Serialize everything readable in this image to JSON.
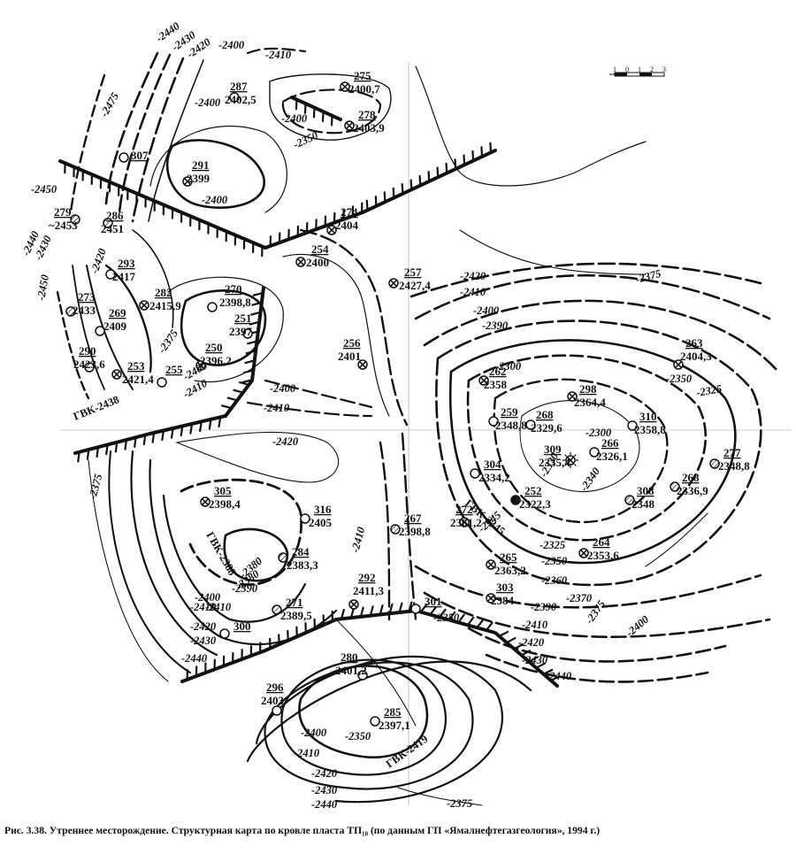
{
  "caption": "Рис. 3.38. Утреннее месторождение. Структурная карта по кровле пласта ТП₁₀ (по данным ГП «Ямалнефтегазгеология», 1994 г.)",
  "scale_bar": {
    "labels": [
      "1",
      "0",
      "1",
      "2",
      "3"
    ]
  },
  "wells": [
    {
      "number": "287",
      "value": "2402,5",
      "symbol": "open"
    },
    {
      "number": "275",
      "value": "2400,7",
      "symbol": "cross"
    },
    {
      "number": "278",
      "value": "2403,9",
      "symbol": "cross"
    },
    {
      "number": "307",
      "value": "",
      "symbol": "open"
    },
    {
      "number": "291",
      "value": "2399",
      "symbol": "cross"
    },
    {
      "number": "279",
      "value": "~2453",
      "symbol": "hatched"
    },
    {
      "number": "286",
      "value": "2451",
      "symbol": "hatched"
    },
    {
      "number": "274",
      "value": "2404",
      "symbol": "cross"
    },
    {
      "number": "254",
      "value": "2400",
      "symbol": "cross"
    },
    {
      "number": "257",
      "value": "2427,4",
      "symbol": "cross"
    },
    {
      "number": "293",
      "value": "2417",
      "symbol": "open"
    },
    {
      "number": "282",
      "value": "2415,9",
      "symbol": "cross"
    },
    {
      "number": "270",
      "value": "2398,8",
      "symbol": "open"
    },
    {
      "number": "273",
      "value": "2433",
      "symbol": "hatched"
    },
    {
      "number": "269",
      "value": "2409",
      "symbol": "open"
    },
    {
      "number": "251",
      "value": "2397",
      "symbol": "open"
    },
    {
      "number": "290",
      "value": "2423,6",
      "symbol": "open"
    },
    {
      "number": "253",
      "value": "2421,4",
      "symbol": "cross"
    },
    {
      "number": "255",
      "value": "",
      "symbol": "open"
    },
    {
      "number": "250",
      "value": "2396,2",
      "symbol": "cross"
    },
    {
      "number": "256",
      "value": "2401",
      "symbol": "cross"
    },
    {
      "number": "263",
      "value": "2404,3",
      "symbol": "cross"
    },
    {
      "number": "262",
      "value": "2358",
      "symbol": "cross"
    },
    {
      "number": "298",
      "value": "2364,4",
      "symbol": "cross"
    },
    {
      "number": "259",
      "value": "2348,8",
      "symbol": "open"
    },
    {
      "number": "268",
      "value": "2329,6",
      "symbol": "open"
    },
    {
      "number": "310",
      "value": "2358,8",
      "symbol": "open"
    },
    {
      "number": "266",
      "value": "2326,1",
      "symbol": "open"
    },
    {
      "number": "309",
      "value": "2335,4",
      "symbol": "star"
    },
    {
      "number": "277",
      "value": "2348,8",
      "symbol": "hatched"
    },
    {
      "number": "304",
      "value": "2334,2",
      "symbol": "open"
    },
    {
      "number": "252",
      "value": "2322,3",
      "symbol": "solid"
    },
    {
      "number": "308",
      "value": "2348",
      "symbol": "hatched"
    },
    {
      "number": "268",
      "value": "2336,9",
      "symbol": "hatched"
    },
    {
      "number": "305",
      "value": "2398,4",
      "symbol": "cross"
    },
    {
      "number": "316",
      "value": "2405",
      "symbol": "open"
    },
    {
      "number": "267",
      "value": "2398,8",
      "symbol": "hatched"
    },
    {
      "number": "272",
      "value": "2361,2",
      "symbol": "cross"
    },
    {
      "number": "284",
      "value": "2383,3",
      "symbol": "hatched"
    },
    {
      "number": "264",
      "value": "2353,6",
      "symbol": "cross"
    },
    {
      "number": "265",
      "value": "2363,2",
      "symbol": "cross"
    },
    {
      "number": "292",
      "value": "2411,3",
      "symbol": "cross"
    },
    {
      "number": "303",
      "value": "2384",
      "symbol": "cross"
    },
    {
      "number": "301",
      "value": "",
      "symbol": "open"
    },
    {
      "number": "271",
      "value": "2389,5",
      "symbol": "hatched"
    },
    {
      "number": "300",
      "value": "",
      "symbol": "open"
    },
    {
      "number": "280",
      "value": "2401,2",
      "symbol": "open"
    },
    {
      "number": "296",
      "value": "2403",
      "symbol": "open"
    },
    {
      "number": "285",
      "value": "2397,1",
      "symbol": "open"
    }
  ],
  "isoline_labels": [
    "-2440",
    "-2430",
    "-2420",
    "-2400",
    "-2410",
    "-2475",
    "-2400",
    "-2350",
    "-2400",
    "-2400",
    "-2450",
    "-2440",
    "-2430",
    "-2450",
    "-2420",
    "-2375",
    "-2400",
    "-2410",
    "-2400",
    "-2410",
    "-2420",
    "-2375",
    "-2420",
    "-2410",
    "-2400",
    "-2390",
    "-2375",
    "-2300",
    "-2350",
    "-2325",
    "-2300",
    "-2330",
    "-2340",
    "-2345",
    "-2325",
    "-2350",
    "-2360",
    "-2370",
    "-2375",
    "-2400",
    "-2350",
    "-2380",
    "-2390",
    "-2410",
    "-2420",
    "-2430",
    "-2440",
    "-2410",
    "-2390",
    "-2380",
    "-2400",
    "-2420",
    "-2410",
    "-2430",
    "-2440",
    "-2400",
    "-2350",
    "-2410",
    "-2420",
    "-2430",
    "-2440",
    "-2375",
    "-2410"
  ],
  "gwc_labels": [
    "ГВК-2438",
    "ГВК-2388",
    "ГВК-2345",
    "ГВК-2419"
  ]
}
